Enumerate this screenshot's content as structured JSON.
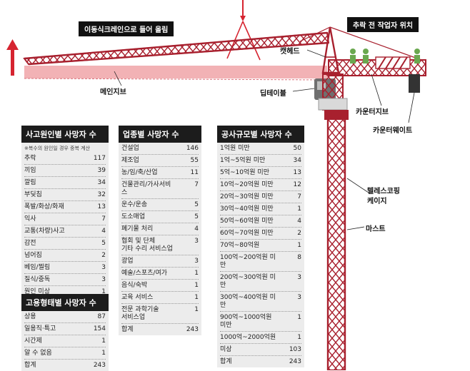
{
  "labels": {
    "lift_caption": "이동식크레인으로 들어 올림",
    "fall_caption": "추락 전 작업자 위치",
    "cat_head": "캣헤드",
    "main_jib": "메인지브",
    "deep_table": "딥테이블",
    "counter_jib": "카운터지브",
    "counter_weight": "카운터웨이트",
    "telescoping_cage": "텔레스코핑\n케이지",
    "mast": "마스트"
  },
  "colors": {
    "crane_red": "#a8202e",
    "crane_pink": "#f0a4a8",
    "arrow_red": "#d62430",
    "panel_bg": "#ececec",
    "header_bg": "#1c1c1c",
    "worker_green": "#6aa84f"
  },
  "tables": {
    "cause": {
      "title": "사고원인별 사망자 수",
      "note": "※복수의 원인일 경우 중복 계산",
      "rows": [
        {
          "label": "추락",
          "value": "117"
        },
        {
          "label": "끼임",
          "value": "39"
        },
        {
          "label": "깔림",
          "value": "34"
        },
        {
          "label": "부딪침",
          "value": "32"
        },
        {
          "label": "폭발/화상/화재",
          "value": "13"
        },
        {
          "label": "익사",
          "value": "7"
        },
        {
          "label": "교통(차량)사고",
          "value": "4"
        },
        {
          "label": "감전",
          "value": "5"
        },
        {
          "label": "넘어짐",
          "value": "2"
        },
        {
          "label": "베임/찔림",
          "value": "3"
        },
        {
          "label": "질식/중독",
          "value": "3"
        },
        {
          "label": "원인 미상",
          "value": "1"
        }
      ]
    },
    "employment": {
      "title": "고용형태별 사망자 수",
      "rows": [
        {
          "label": "상용",
          "value": "87"
        },
        {
          "label": "일용직·특고",
          "value": "154"
        },
        {
          "label": "시간제",
          "value": "1"
        },
        {
          "label": "알 수 없음",
          "value": "1"
        },
        {
          "label": "합계",
          "value": "243"
        }
      ]
    },
    "industry": {
      "title": "업종별 사망자 수",
      "rows": [
        {
          "label": "건설업",
          "value": "146"
        },
        {
          "label": "제조업",
          "value": "55"
        },
        {
          "label": "농/임/축/산업",
          "value": "11"
        },
        {
          "label": "건물관리/가사서비스",
          "value": "7"
        },
        {
          "label": "운수/운송",
          "value": "5"
        },
        {
          "label": "도소매업",
          "value": "5"
        },
        {
          "label": "폐기물 처리",
          "value": "4"
        },
        {
          "label": "협회 및 단체\n기타 수리 서비스업",
          "value": "3"
        },
        {
          "label": "광업",
          "value": "3"
        },
        {
          "label": "예술/스포츠/여가",
          "value": "1"
        },
        {
          "label": "음식/숙박",
          "value": "1"
        },
        {
          "label": "교육 서비스",
          "value": "1"
        },
        {
          "label": "전문 과학기술\n서비스업",
          "value": "1"
        },
        {
          "label": "합계",
          "value": "243"
        }
      ]
    },
    "scale": {
      "title": "공사규모별 사망자 수",
      "rows": [
        {
          "label": "1억원 미만",
          "value": "50"
        },
        {
          "label": "1억~5억원 미만",
          "value": "34"
        },
        {
          "label": "5억~10억원 미만",
          "value": "13"
        },
        {
          "label": "10억~20억원 미만",
          "value": "12"
        },
        {
          "label": "20억~30억원 미만",
          "value": "7"
        },
        {
          "label": "30억~40억원 미만",
          "value": "1"
        },
        {
          "label": "50억~60억원 미만",
          "value": "4"
        },
        {
          "label": "60억~70억원 미만",
          "value": "2"
        },
        {
          "label": "70억~80억원",
          "value": "1"
        },
        {
          "label": "100억~200억원 미만",
          "value": "8"
        },
        {
          "label": "200억~300억원 미만",
          "value": "3"
        },
        {
          "label": "300억~400억원 미만",
          "value": "3"
        },
        {
          "label": "900억~1000억원 미만",
          "value": "1"
        },
        {
          "label": "1000억~2000억원",
          "value": "1"
        },
        {
          "label": "미상",
          "value": "103"
        },
        {
          "label": "합계",
          "value": "243"
        }
      ]
    }
  }
}
